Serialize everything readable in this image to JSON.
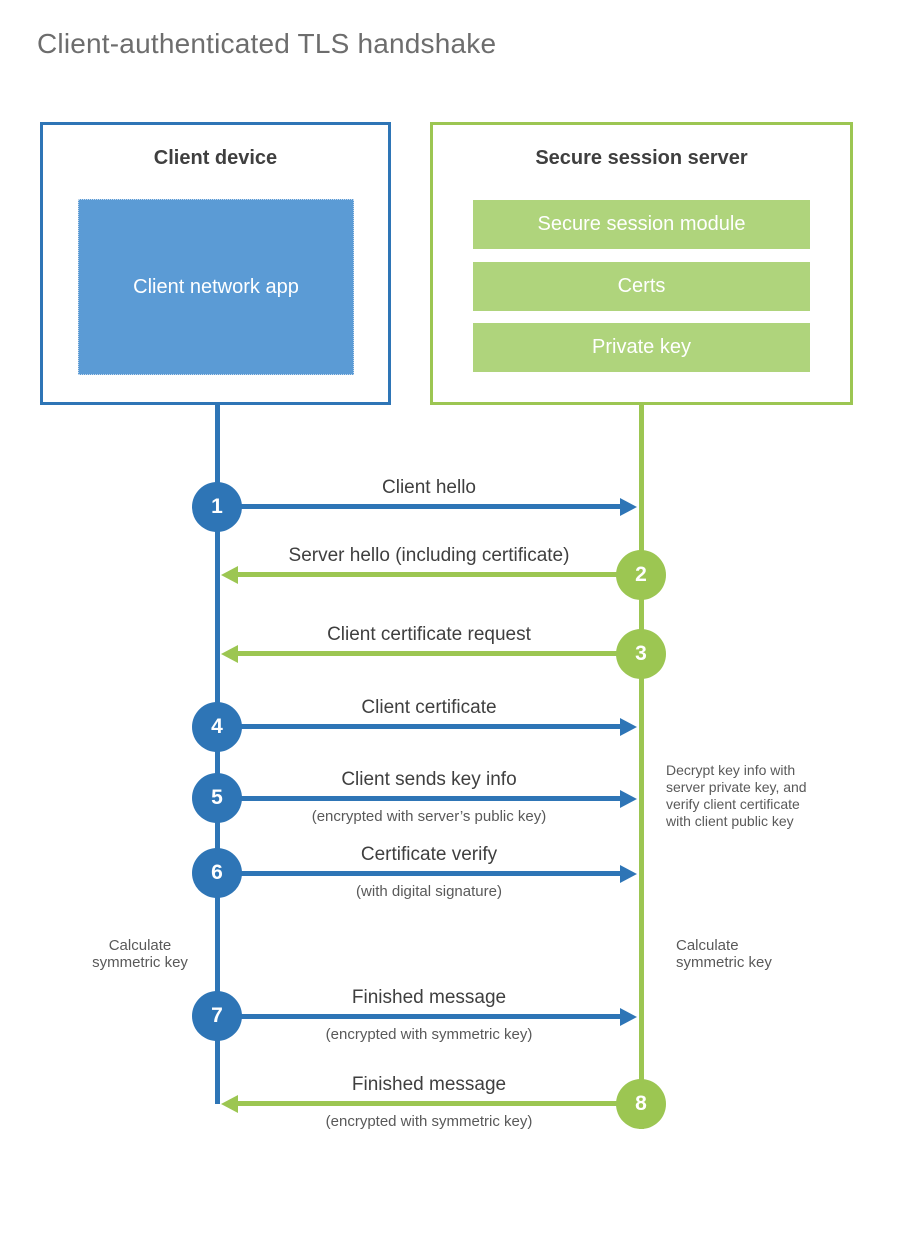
{
  "page": {
    "title": "Client-authenticated TLS handshake"
  },
  "client": {
    "title": "Client device",
    "app_label": "Client network app"
  },
  "server": {
    "title": "Secure session server",
    "modules": [
      "Secure session module",
      "Certs",
      "Private key"
    ]
  },
  "steps": [
    {
      "num": "1",
      "from": "client",
      "to": "server",
      "label": "Client hello",
      "sublabel": ""
    },
    {
      "num": "2",
      "from": "server",
      "to": "client",
      "label": "Server hello (including certificate)",
      "sublabel": ""
    },
    {
      "num": "3",
      "from": "server",
      "to": "client",
      "label": "Client certificate request",
      "sublabel": ""
    },
    {
      "num": "4",
      "from": "client",
      "to": "server",
      "label": "Client certificate",
      "sublabel": ""
    },
    {
      "num": "5",
      "from": "client",
      "to": "server",
      "label": "Client sends key info",
      "sublabel": "(encrypted with server’s public key)"
    },
    {
      "num": "6",
      "from": "client",
      "to": "server",
      "label": "Certificate verify",
      "sublabel": "(with digital signature)"
    },
    {
      "num": "7",
      "from": "client",
      "to": "server",
      "label": "Finished message",
      "sublabel": "(encrypted with symmetric key)"
    },
    {
      "num": "8",
      "from": "server",
      "to": "client",
      "label": "Finished message",
      "sublabel": "(encrypted with symmetric key)"
    }
  ],
  "annotations": {
    "decrypt_note": "Decrypt key info with server private key, and verify client certificate with client public key",
    "calc_left": "Calculate symmetric key",
    "calc_right": "Calculate symmetric key"
  },
  "colors": {
    "client_accent": "#2e75b6",
    "client_fill": "#5b9bd5",
    "server_accent": "#9cc652",
    "server_fill": "#afd47c"
  }
}
